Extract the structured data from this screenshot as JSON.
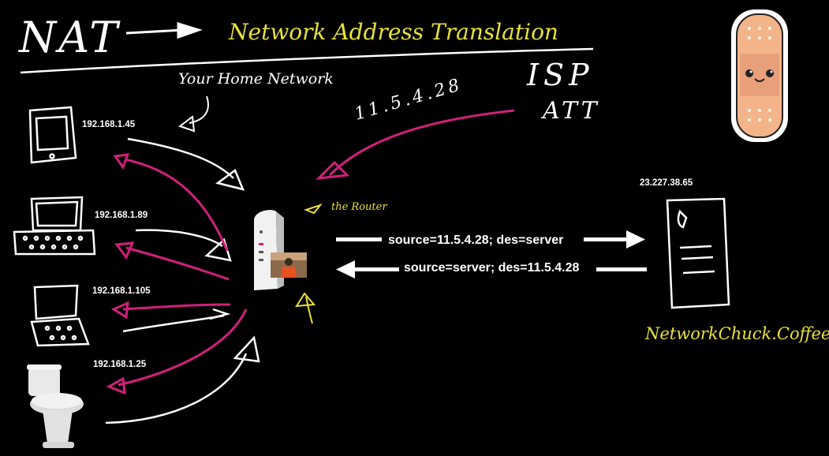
{
  "title": {
    "acronym": "NAT",
    "full": "Network Address Translation"
  },
  "home_label": "Your Home Network",
  "isp": {
    "name": "ISP",
    "provider": "ATT",
    "public_ip": "11.5.4.28"
  },
  "router_label": "the Router",
  "devices": [
    {
      "ip": "192.168.1.45",
      "icon": "tablet-icon"
    },
    {
      "ip": "192.168.1.89",
      "icon": "desktop-computer-icon"
    },
    {
      "ip": "192.168.1.105",
      "icon": "laptop-icon"
    },
    {
      "ip": "192.168.1.25",
      "icon": "toilet-icon"
    }
  ],
  "server": {
    "ip": "23.227.38.65",
    "name": "NetworkChuck.Coffee",
    "icon": "server-document-icon"
  },
  "packets": {
    "outbound": "source=11.5.4.28; des=server",
    "inbound": "source=server; des=11.5.4.28"
  },
  "colors": {
    "background": "#000000",
    "chalk": "#ffffff",
    "highlight": "#e8e23a",
    "return_arrow": "#d0207a",
    "bandage": "#f4b48a"
  }
}
